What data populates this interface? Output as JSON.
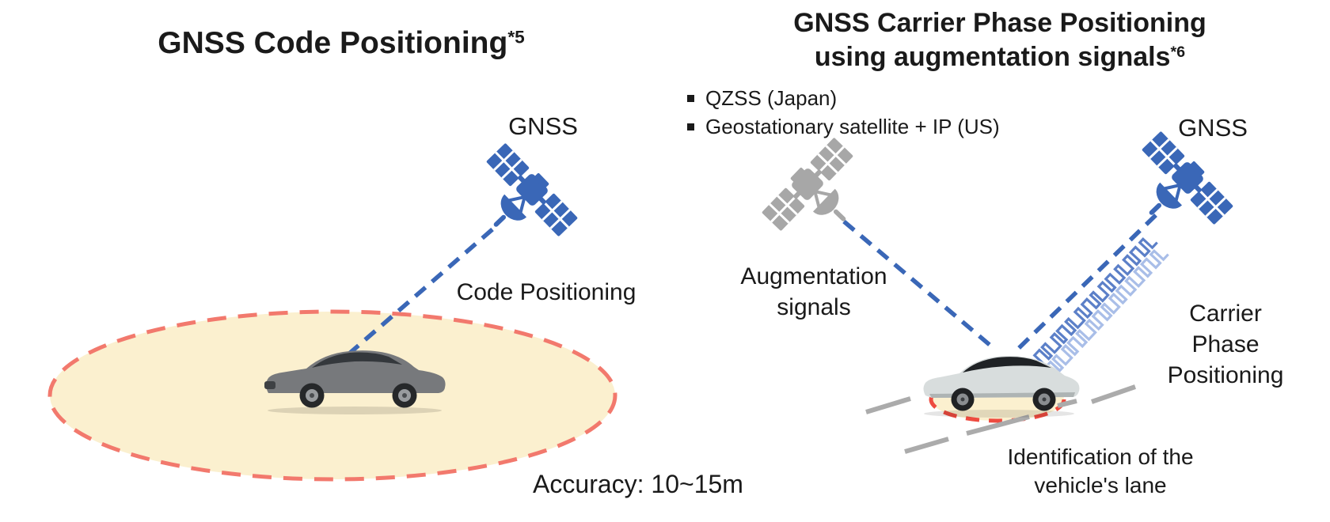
{
  "slide": {
    "left": {
      "title": "GNSS Code Positioning",
      "title_superscript": "*5",
      "satellite_label": "GNSS",
      "signal_label": "Code Positioning",
      "accuracy_label": "Accuracy: 10~15m"
    },
    "right": {
      "title_line1": "GNSS Carrier Phase Positioning",
      "title_line2": "using augmentation signals",
      "title_superscript": "*6",
      "bullets": [
        "QZSS (Japan)",
        "Geostationary satellite + IP (US)"
      ],
      "satellite_label": "GNSS",
      "augmentation_label": "Augmentation\nsignals",
      "carrier_label": "Carrier Phase\nPositioning",
      "lane_label": "Identification of the\nvehicle's lane"
    },
    "icons": {
      "gnss_satellite": "satellite-icon",
      "augmentation_satellite": "satellite-icon",
      "sedan": "sedan-car-icon",
      "suv": "suv-car-icon",
      "carrier_wave": "square-wave-signal-icon",
      "bullet": "square-bullet-icon"
    },
    "colors": {
      "text": "#1A1A1A",
      "satellite_blue": "#3A67B7",
      "satellite_gray": "#A7A7A7",
      "dashed_line_blue": "#3A67B7",
      "wave_blue_dark": "#5C80C8",
      "wave_blue_light": "#A9BEE8",
      "zone_fill": "#FBF0CF",
      "zone_stroke_left": "#F2796D",
      "zone_stroke_right": "#EE4B40",
      "lane_gray": "#ABABAB",
      "sedan_body": "#77797C",
      "suv_body": "#D8DDDD",
      "suv_roof": "#1F2225"
    }
  }
}
